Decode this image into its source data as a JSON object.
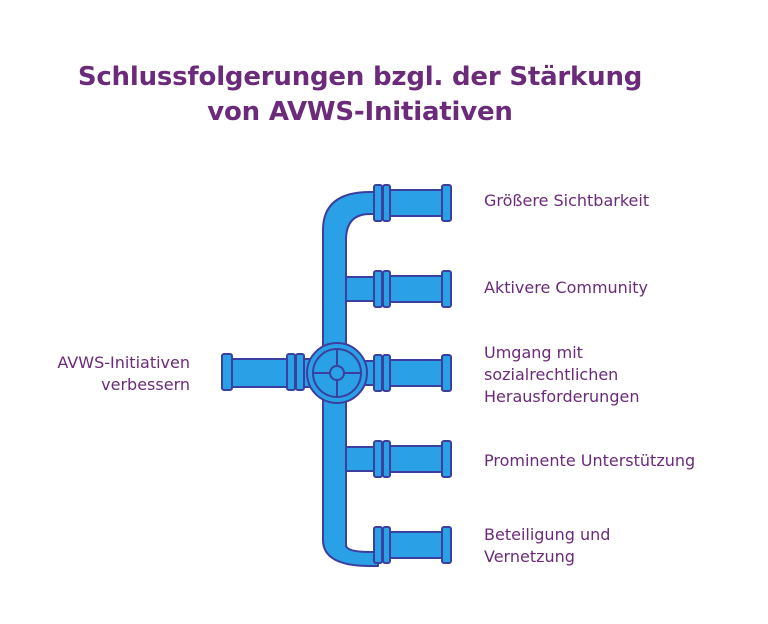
{
  "title": {
    "line1": "Schlussfolgerungen bzgl. der Stärkung",
    "line2": "von AVWS-Initiativen"
  },
  "input_label": "AVWS-Initiativen\nverbessern",
  "outputs": [
    "Größere Sichtbarkeit",
    "Aktivere Community",
    "Umgang mit\nsozialrechtlichen\nHerausforderungen",
    "Prominente Unterstützung",
    "Beteiligung und\nVernetzung"
  ],
  "colors": {
    "pipe_fill": "#2aa0e6",
    "pipe_outline": "#3b3f9e",
    "text": "#6b2a7a"
  },
  "icons": [
    "pipe-manifold-icon",
    "valve-wheel-icon"
  ]
}
